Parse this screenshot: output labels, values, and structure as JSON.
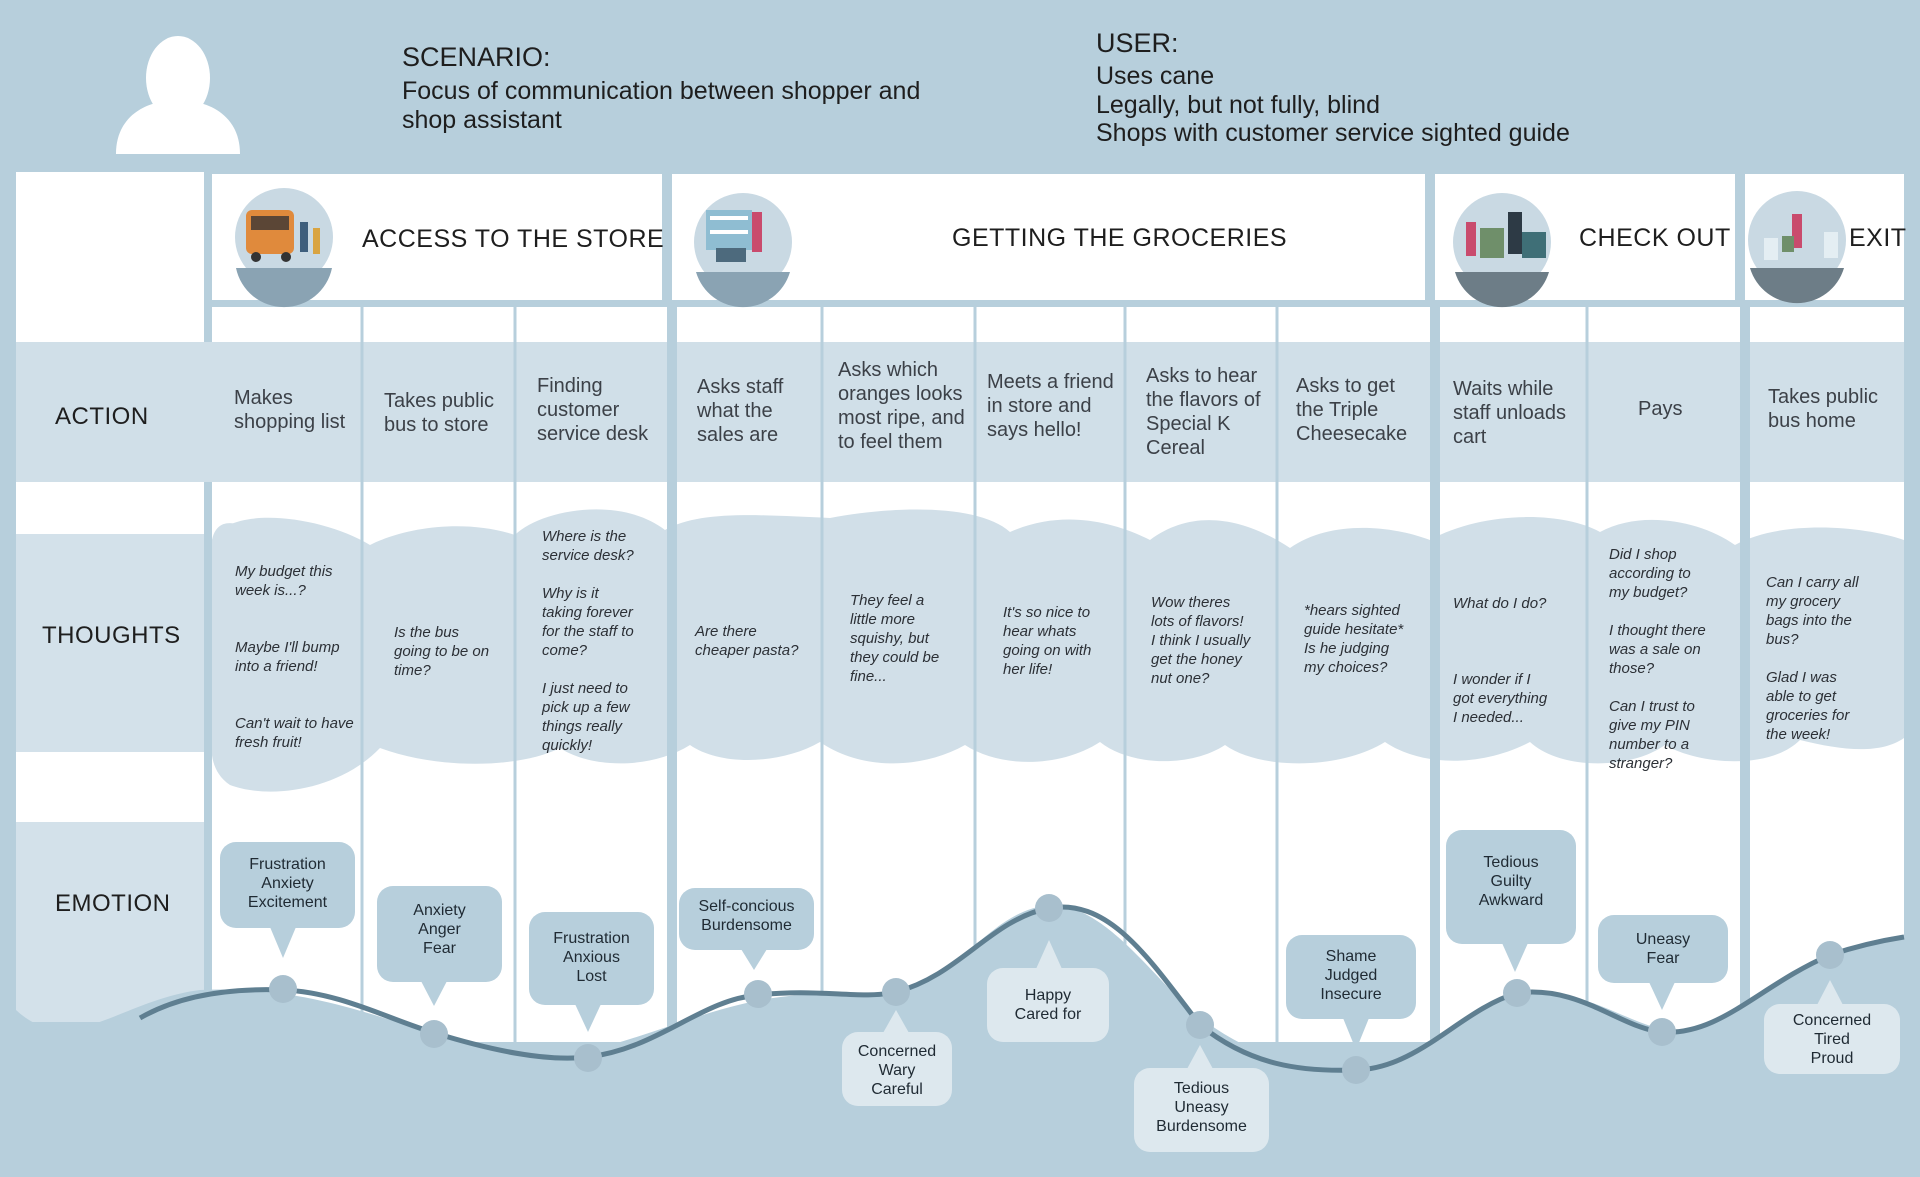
{
  "header": {
    "scenario_title": "SCENARIO:",
    "scenario_lines": [
      "Focus of communication between shopper and",
      "shop assistant"
    ],
    "user_title": "USER:",
    "user_lines": [
      "Uses cane",
      "Legally, but not fully, blind",
      "Shops with customer service sighted guide"
    ]
  },
  "rows": {
    "action": "ACTION",
    "thoughts": "THOUGHTS",
    "emotion": "EMOTION"
  },
  "phases": [
    {
      "label": "ACCESS TO THE STORE",
      "icon": "bus-stop-illustration-icon"
    },
    {
      "label": "GETTING THE GROCERIES",
      "icon": "shopper-aisle-illustration-icon"
    },
    {
      "label": "CHECK OUT",
      "icon": "checkout-counter-illustration-icon"
    },
    {
      "label": "EXIT",
      "icon": "walking-shopper-illustration-icon"
    }
  ],
  "steps": [
    {
      "action": [
        "Makes",
        "shopping list"
      ],
      "thoughts": "My budget this\nweek is...?\n\n\nMaybe I'll bump\ninto a friend!\n\n\nCan't wait to have\nfresh fruit!",
      "emotion": "Frustration\nAnxiety\nExcitement"
    },
    {
      "action": [
        "Takes public",
        "bus to store"
      ],
      "thoughts": "Is the bus\ngoing to be on\ntime?",
      "emotion": "Anxiety\nAnger\nFear"
    },
    {
      "action": [
        "Finding",
        "customer",
        "service desk"
      ],
      "thoughts": "Where is the\nservice desk?\n\nWhy is it\ntaking forever\nfor the staff to\ncome?\n\nI just need to\npick up a few\nthings really\nquickly!",
      "emotion": "Frustration\nAnxious\nLost"
    },
    {
      "action": [
        "Asks staff",
        "what the",
        "sales are"
      ],
      "thoughts": "Are there\ncheaper pasta?",
      "emotion": "Self-concious\nBurdensome"
    },
    {
      "action": [
        "Asks which",
        "oranges looks",
        "most ripe, and",
        "to feel them"
      ],
      "thoughts": "They feel a\nlittle more\nsquishy, but\nthey could be\nfine...",
      "emotion": "Concerned\nWary\nCareful"
    },
    {
      "action": [
        "Meets a friend",
        "in store and",
        "says hello!"
      ],
      "thoughts": "It's so nice to\nhear whats\ngoing on with\nher life!",
      "emotion": "Happy\nCared for"
    },
    {
      "action": [
        "Asks to hear",
        "the flavors of",
        "Special K",
        "Cereal"
      ],
      "thoughts": "Wow theres\nlots of flavors!\nI think I usually\nget the honey\nnut one?",
      "emotion": "Tedious\nUneasy\nBurdensome"
    },
    {
      "action": [
        "Asks to get",
        "the Triple",
        "Cheesecake"
      ],
      "thoughts": "*hears sighted\nguide hesitate*\nIs he judging\nmy choices?",
      "emotion": "Shame\nJudged\nInsecure"
    },
    {
      "action": [
        "Waits while",
        "staff unloads",
        "cart"
      ],
      "thoughts": "What do I do?\n\n\n\nI wonder if I\ngot everything\nI needed...",
      "emotion": "Tedious\nGuilty\nAwkward"
    },
    {
      "action": [
        "Pays"
      ],
      "thoughts": "Did I shop\naccording to\nmy budget?\n\nI thought there\nwas a sale on\nthose?\n\nCan I trust to\ngive my PIN\nnumber to a\nstranger?",
      "emotion": "Uneasy\nFear"
    },
    {
      "action": [
        "Takes public",
        "bus home"
      ],
      "thoughts": "Can I carry all\nmy grocery\nbags into the\nbus?\n\nGlad I was\nable to get\ngroceries for\nthe week!",
      "emotion": "Concerned\nTired\nProud"
    }
  ]
}
